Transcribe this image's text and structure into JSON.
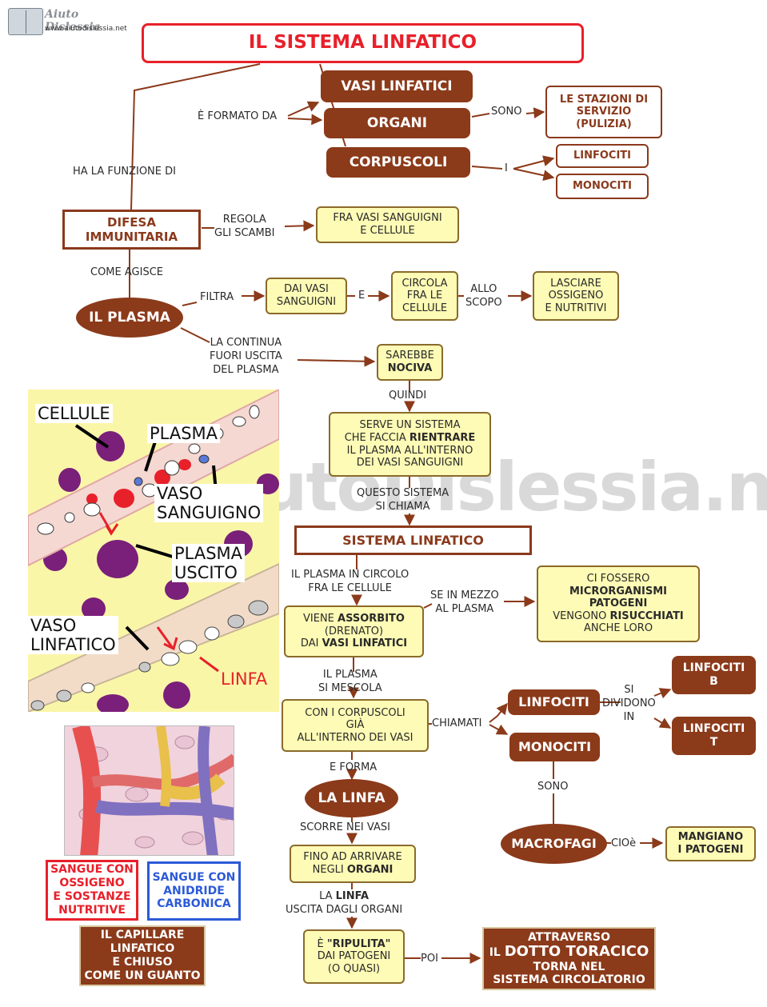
{
  "logo": {
    "name": "Aiuto Dislessia",
    "url": "www.aiutodislessia.net"
  },
  "title": "IL SISTEMA LINFATICO",
  "watermark": "ByAiutoDislessia.net",
  "labels": {
    "formato_da": "È FORMATO DA",
    "sono1": "SONO",
    "i": "I",
    "ha_la_funzione": "HA LA FUNZIONE DI",
    "regola": "REGOLA",
    "gli_scambi": "GLI SCAMBI",
    "come_agisce": "COME AGISCE",
    "filtra": "FILTRA",
    "e": "E",
    "allo": "ALLO",
    "scopo": "SCOPO",
    "continua1": "LA CONTINUA",
    "continua2": "FUORI USCITA",
    "continua3": "DEL PLASMA",
    "quindi": "QUINDI",
    "questo1": "QUESTO SISTEMA",
    "questo2": "SI CHIAMA",
    "circolo1": "IL PLASMA IN CIRCOLO",
    "circolo2": "FRA LE CELLULE",
    "mezzo1": "SE IN MEZZO",
    "mezzo2": "AL PLASMA",
    "mescola1": "IL PLASMA",
    "mescola2": "SI MESCOLA",
    "chiamati": "CHIAMATI",
    "dividono1": "SI",
    "dividono2": "DIVIDONO",
    "dividono3": "IN",
    "sono2": "SONO",
    "e_forma": "E FORMA",
    "scorre": "SCORRE NEI VASI",
    "cioe": "CIOè",
    "uscita_la": "LA",
    "uscita_linfa": "LINFA",
    "uscita2": "USCITA DAGLI ORGANI",
    "poi": "POI"
  },
  "nodes": {
    "vasi_linfatici": "VASI  LINFATICI",
    "organi": "ORGANI",
    "corpuscoli": "CORPUSCOLI",
    "stazioni": [
      "LE STAZIONI DI",
      "SERVIZIO",
      "(PULIZIA)"
    ],
    "linfociti1": "LINFOCITI",
    "monociti1": "MONOCITI",
    "difesa": [
      "DIFESA",
      "IMMUNITARIA"
    ],
    "fra_vasi": [
      "FRA VASI SANGUIGNI",
      "E CELLULE"
    ],
    "plasma": "IL PLASMA",
    "dai_vasi": [
      "DAI VASI",
      "SANGUIGNI"
    ],
    "circola": [
      "CIRCOLA",
      "FRA LE",
      "CELLULE"
    ],
    "lasciare": [
      "LASCIARE",
      "OSSIGENO",
      "E NUTRITIVI"
    ],
    "sarebbe": "SAREBBE",
    "nociva": "NOCIVA",
    "serve1": "SERVE UN SISTEMA",
    "serve2a": "CHE FACCIA",
    "serve2b": "RIENTRARE",
    "serve3": "IL PLASMA ALL'INTERNO",
    "serve4": "DEI VASI SANGUIGNI",
    "sistema_linfatico": "SISTEMA LINFATICO",
    "viene_a": "VIENE",
    "viene_b": "ASSORBITO",
    "viene2": "(DRENATO)",
    "viene3a": "DAI",
    "viene3b": "VASI LINFATICI",
    "ci_fossero": "CI FOSSERO",
    "microrganismi": "MICRORGANISMI",
    "patogeni": "PATOGENI",
    "vengono_a": "VENGONO",
    "vengono_b": "RISUCCHIATI",
    "anche_loro": "ANCHE LORO",
    "con_corpuscoli": [
      "CON I CORPUSCOLI",
      "GIÀ",
      "ALL'INTERNO DEI VASI"
    ],
    "linfociti2": "LINFOCITI",
    "monociti2": "MONOCITI",
    "linfociti_b": [
      "LINFOCITI",
      "B"
    ],
    "linfociti_t": [
      "LINFOCITI",
      "T"
    ],
    "la_linfa": "LA LINFA",
    "macrofagi": "MACROFAGI",
    "mangiano": [
      "MANGIANO",
      "I PATOGENI"
    ],
    "fino1": "FINO AD ARRIVARE",
    "fino2a": "NEGLI",
    "fino2b": "ORGANI",
    "ripulita1a": "È",
    "ripulita1b": "\"RIPULITA\"",
    "ripulita2": "DAI PATOGENI",
    "ripulita3": "(O QUASI)",
    "dotto1": "ATTRAVERSO",
    "dotto2a": "IL",
    "dotto2b": "DOTTO TORACICO",
    "dotto3": "TORNA NEL",
    "dotto4": "SISTEMA CIRCOLATORIO"
  },
  "illustration": {
    "cellule": "CELLULE",
    "plasma": "PLASMA",
    "vaso_sanguigno": [
      "VASO",
      "SANGUIGNO"
    ],
    "plasma_uscito": [
      "PLASMA",
      "USCITO"
    ],
    "vaso_linfatico": [
      "VASO",
      "LINFATICO"
    ],
    "linfa": "LINFA"
  },
  "legend": {
    "sangue_ossigeno": [
      "SANGUE CON",
      "OSSIGENO",
      "E SOSTANZE",
      "NUTRITIVE"
    ],
    "sangue_anidride": [
      "SANGUE CON",
      "ANIDRIDE",
      "CARBONICA"
    ],
    "capillare": [
      "IL CAPILLARE",
      "LINFATICO",
      "E CHIUSO",
      "COME UN GUANTO"
    ]
  },
  "colors": {
    "brown": "#8b3a1a",
    "yellow": "#fdfbb5",
    "red": "#e8202a",
    "blue": "#2c5ad8",
    "cream": "#faf6a8"
  }
}
